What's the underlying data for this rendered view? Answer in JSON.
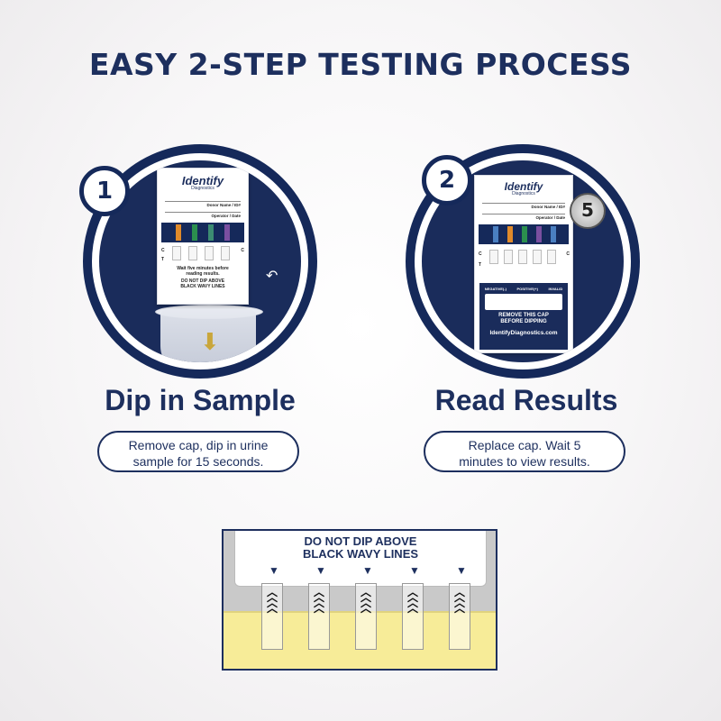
{
  "title": "EASY 2-STEP TESTING PROCESS",
  "steps": [
    {
      "number": "1",
      "title": "Dip in Sample",
      "desc_line1": "Remove cap, dip in urine",
      "desc_line2": "sample for 15 seconds.",
      "card": {
        "brand": "Identify",
        "brand_sub": "Diagnostics",
        "field1": "Donor Name / ID#",
        "field2": "Operator / Date",
        "note1": "Wait five minutes before",
        "note2": "reading results.",
        "note3": "DO NOT DIP ABOVE",
        "note4": "BLACK WAVY LINES",
        "c_label": "C",
        "t_label": "T"
      }
    },
    {
      "number": "2",
      "title": "Read Results",
      "desc_line1": "Replace cap. Wait 5",
      "desc_line2": "minutes to view results.",
      "timer": "5",
      "card": {
        "brand": "Identify",
        "brand_sub": "Diagnostics",
        "field1": "Donor Name / ID#",
        "field2": "Operator / Date",
        "cap_legend1": "NEGATIVE(-)",
        "cap_legend2": "POSITIVE(+)",
        "cap_legend3": "INVALID",
        "cap_line1": "REMOVE THIS CAP",
        "cap_line2": "BEFORE DIPPING",
        "cap_url": "IdentifyDiagnostics.com",
        "c_label": "C",
        "t_label": "T"
      }
    }
  ],
  "bottom_panel": {
    "warning_line1": "DO NOT DIP ABOVE",
    "warning_line2": "BLACK WAVY LINES",
    "strip_count": 5
  },
  "colors": {
    "navy": "#1d2f5e",
    "band_colors": [
      "#e08a2a",
      "#2b8f4e",
      "#7a4fa0",
      "#4a7fc1"
    ],
    "liquid": "#f7ec98"
  }
}
